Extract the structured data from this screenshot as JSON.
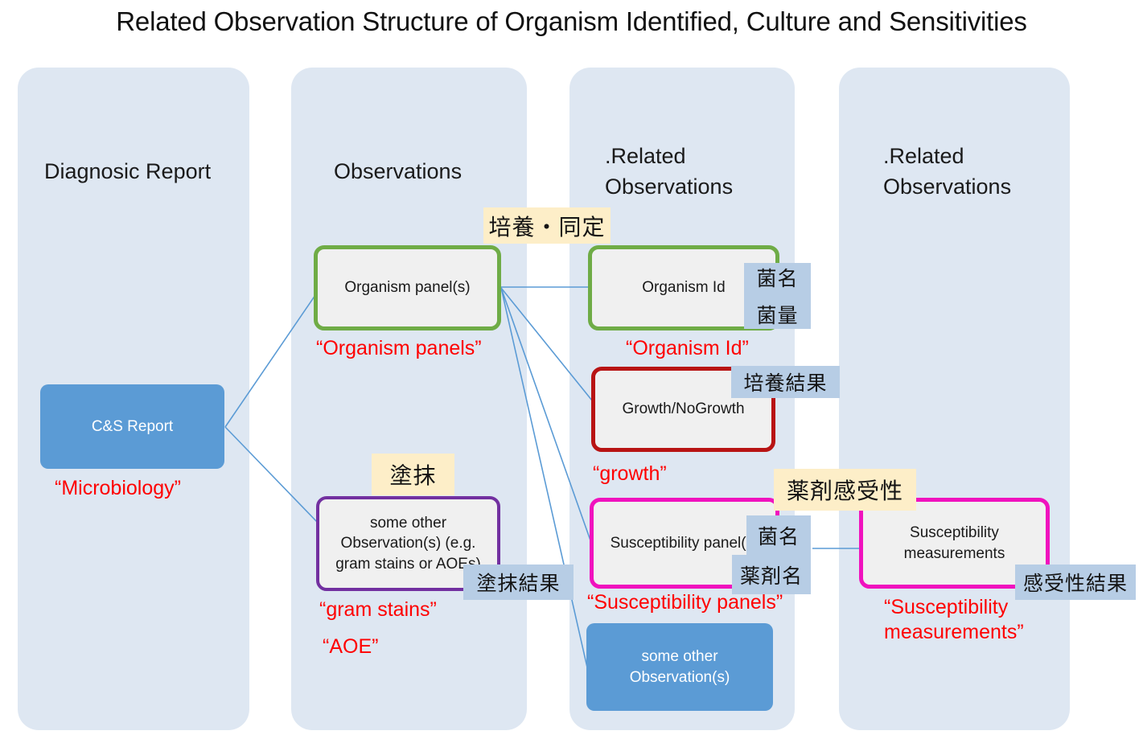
{
  "title": "Related Observation Structure of Organism Identified, Culture and Sensitivities",
  "lanes": [
    {
      "name": "diagnostic-report",
      "title": "Diagnosic Report"
    },
    {
      "name": "observations",
      "title": "Observations"
    },
    {
      "name": "related-observations-1",
      "title": ".Related\nObservations"
    },
    {
      "name": "related-observations-2",
      "title": ".Related\nObservations"
    }
  ],
  "nodes": {
    "cs_report": "C&S Report",
    "organism_panels": "Organism panel(s)",
    "organism_id": "Organism Id",
    "growth": "Growth/NoGrowth",
    "other_obs_gram": "some other Observation(s) (e.g. gram stains or AOEs)",
    "susceptibility_panels": "Susceptibility panel(s)",
    "susceptibility_measurements": "Susceptibility measurements",
    "other_obs": "some other Observation(s)"
  },
  "yellow_tags": {
    "culture_identification": "培養・同定",
    "smear": "塗抹",
    "drug_susceptibility": "薬剤感受性"
  },
  "blue_tags": {
    "organism_name": "菌名",
    "organism_quantity": "菌量",
    "culture_result": "培養結果",
    "smear_result": "塗抹結果",
    "susceptibility_organism_name": "菌名",
    "drug_name": "薬剤名",
    "susceptibility_result": "感受性結果"
  },
  "annotations": {
    "microbiology": "“Microbiology”",
    "organism_panels": "“Organism panels”",
    "organism_id": "“Organism Id”",
    "growth": "“growth”",
    "gram_stains": "“gram stains”",
    "aoe": "“AOE”",
    "susceptibility_panels": "“Susceptibility panels”",
    "susceptibility_measurements": "“Susceptibility measurements”"
  },
  "colors": {
    "lane_bg": "#dee7f2",
    "node_fill": "#f0f0f0",
    "green_border": "#6fac46",
    "red_border": "#b81414",
    "purple_border": "#7230a0",
    "magenta_border": "#f012be",
    "solid_blue": "#5b9bd5",
    "yellow_tag": "#fdeec8",
    "blue_tag": "#b7cde5",
    "annotation_red": "#ff0000",
    "connector": "#5b9bd5"
  }
}
